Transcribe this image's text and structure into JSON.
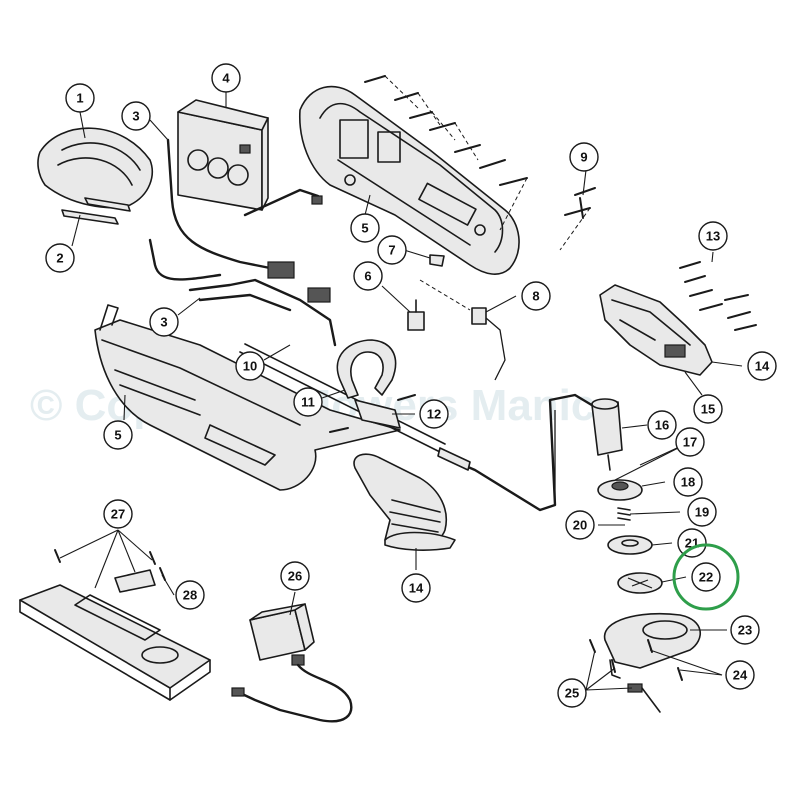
{
  "watermark": "© Copyright Mowers Manic",
  "highlight_color": "#2e9e4a",
  "callouts": [
    "1",
    "2",
    "3",
    "4",
    "5",
    "3",
    "10",
    "5",
    "11",
    "12",
    "6",
    "7",
    "8",
    "9",
    "13",
    "14",
    "15",
    "16",
    "17",
    "18",
    "19",
    "20",
    "21",
    "22",
    "23",
    "24",
    "25",
    "14",
    "26",
    "27",
    "28"
  ]
}
